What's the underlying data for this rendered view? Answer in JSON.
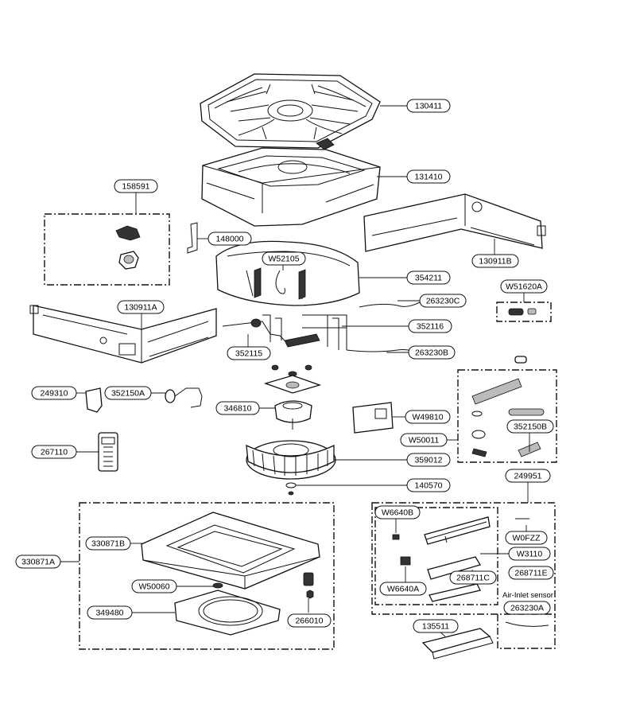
{
  "labels": {
    "l130411": "130411",
    "l131410": "131410",
    "l158591": "158591",
    "l148000": "148000",
    "l130911B": "130911B",
    "lW52105": "W52105",
    "l354211": "354211",
    "lW51620A": "W51620A",
    "l263230C": "263230C",
    "l130911A": "130911A",
    "l352116": "352116",
    "l352115": "352115",
    "l263230B": "263230B",
    "l249310": "249310",
    "l352150A": "352150A",
    "l346810": "346810",
    "lW49810": "W49810",
    "lW50011": "W50011",
    "l352150B": "352150B",
    "l267110": "267110",
    "l359012": "359012",
    "l140570": "140570",
    "l249951": "249951",
    "lW6640B": "W6640B",
    "lW0FZZ": "W0FZZ",
    "l330871B": "330871B",
    "lW3110": "W3110",
    "l330871A": "330871A",
    "l268711C": "268711C",
    "l268711E": "268711E",
    "lW6640A": "W6640A",
    "lW50060": "W50060",
    "l349480": "349480",
    "l266010": "266010",
    "l263230A": "263230A",
    "l135511": "135511"
  },
  "notes": {
    "air_inlet_sensor": "Air-Inlet sensor"
  }
}
